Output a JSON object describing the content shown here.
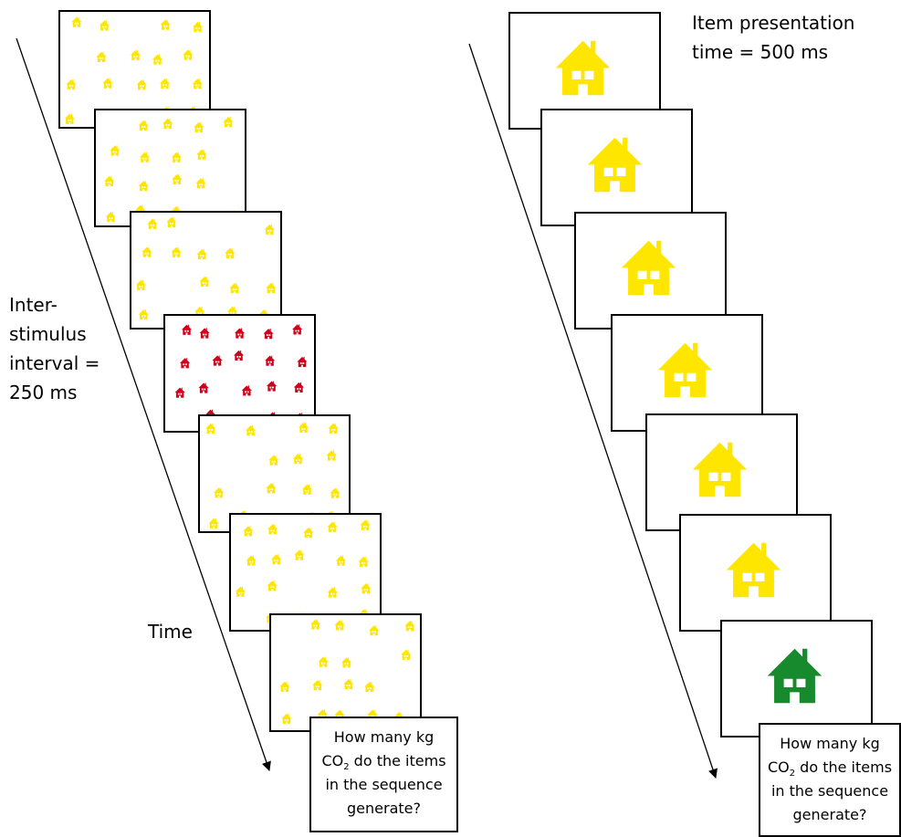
{
  "colors": {
    "yellow": "#FFE600",
    "red": "#D0021B",
    "green": "#178A2E",
    "frame_border": "#000000",
    "text": "#000000"
  },
  "icons": {
    "stimulus": "house-icon"
  },
  "left_panel": {
    "label_lines": [
      "Inter-",
      "stimulus",
      "interval =",
      "250 ms"
    ],
    "time_label": "Time",
    "frame_colors": [
      "yellow",
      "yellow",
      "yellow",
      "red",
      "yellow",
      "yellow",
      "yellow"
    ],
    "question": {
      "line1": "How many kg",
      "co": "CO",
      "sub": "2",
      "line2_rest": " do the items",
      "line3": "in the sequence",
      "line4": "generate?"
    }
  },
  "right_panel": {
    "label_lines": [
      "Item presentation",
      "time = 500 ms"
    ],
    "frame_colors": [
      "yellow",
      "yellow",
      "yellow",
      "yellow",
      "yellow",
      "yellow",
      "green"
    ],
    "question": {
      "line1": "How many kg",
      "co": "CO",
      "sub": "2",
      "line2_rest": " do the items",
      "line3": "in the sequence",
      "line4": "generate?"
    }
  }
}
